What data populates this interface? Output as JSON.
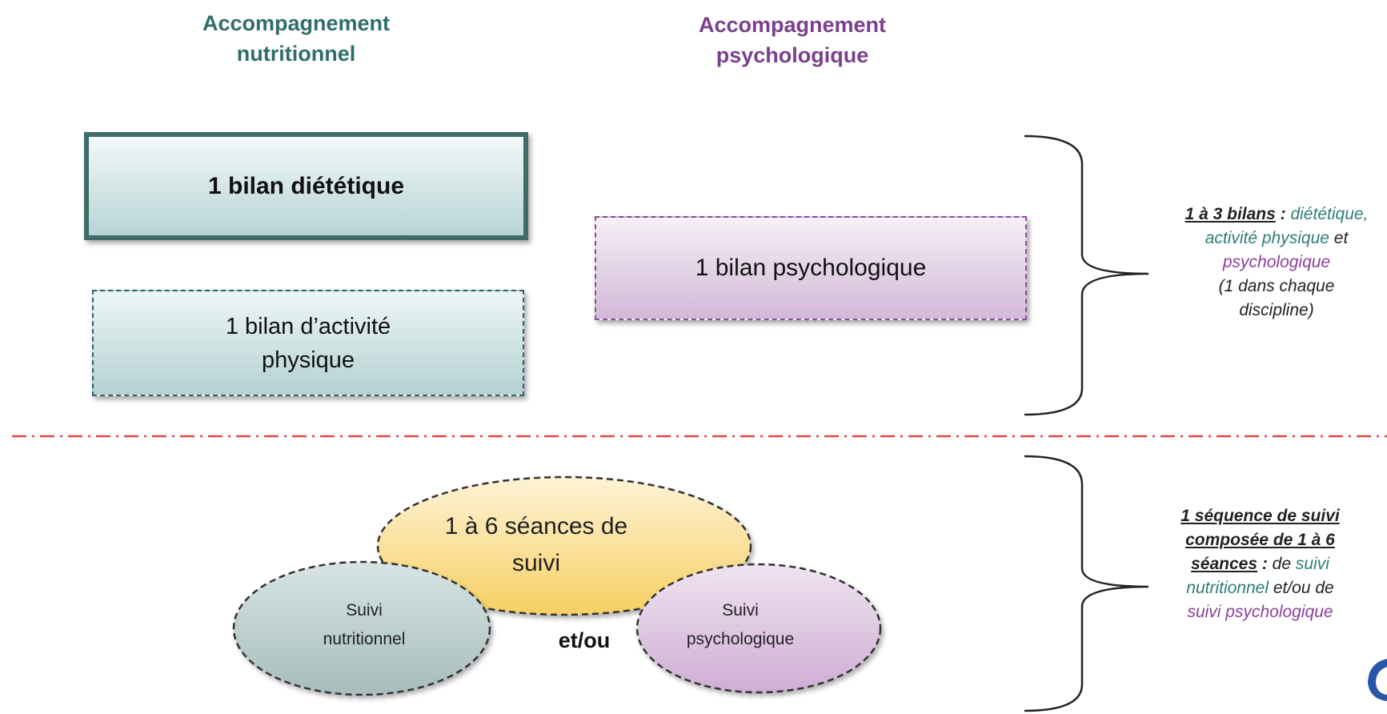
{
  "columns": {
    "nutrition": {
      "line1": "Accompagnement",
      "line2": "nutritionnel",
      "color": "#2e6e6a"
    },
    "psychology": {
      "line1": "Accompagnement",
      "line2": "psychologique",
      "color": "#7b3f8e"
    }
  },
  "boxes": {
    "dietetic": "1 bilan diététique",
    "activity": {
      "line1": "1 bilan d’activité",
      "line2": "physique"
    },
    "psychological": "1 bilan psychologique"
  },
  "note_top": {
    "underlined": "1 à 3 bilans",
    "colon": " : ",
    "dietetique": "diététique,",
    "activite": "activité physique",
    "et": " et",
    "psychologique": "psychologique",
    "paren_line1": "(1 dans chaque",
    "paren_line2": "discipline)"
  },
  "ellipses": {
    "main_line1": "1 à 6 séances de",
    "main_line2": "suivi",
    "nutri_line1": "Suivi",
    "nutri_line2": "nutritionnel",
    "psy_line1": "Suivi",
    "psy_line2": "psychologique",
    "connector": "et/ou"
  },
  "note_bottom": {
    "underlined1": "1 séquence de suivi",
    "underlined2": "composée de 1 à 6",
    "underlined3": "séances",
    "colon": " :",
    "de": " de ",
    "suivi": "suivi",
    "nutritionnel": "nutritionnel",
    "etou": " et/ou de",
    "suivi_psy": "suivi psychologique"
  },
  "colors": {
    "teal": "#2e7d77",
    "purple": "#8a3f9c",
    "divider": "#e04848"
  }
}
